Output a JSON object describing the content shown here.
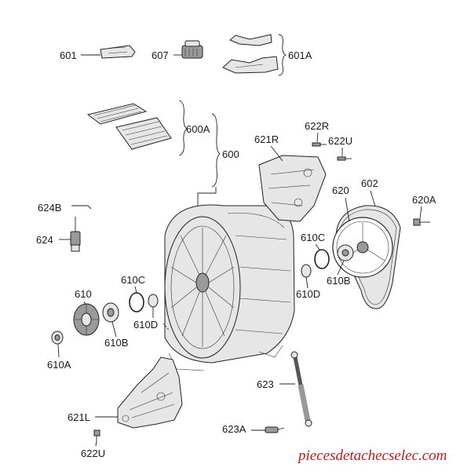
{
  "diagram": {
    "labels": {
      "l601": "601",
      "l607": "607",
      "l601A": "601A",
      "l600A": "600A",
      "l600": "600",
      "l622R": "622R",
      "l621R": "621R",
      "l622U_top": "622U",
      "l620": "620",
      "l602": "602",
      "l620A": "620A",
      "l624B": "624B",
      "l624": "624",
      "l610C_right": "610C",
      "l610B_right": "610B",
      "l610D_right": "610D",
      "l610C_left": "610C",
      "l610": "610",
      "l610D_left": "610D",
      "l610B_left": "610B",
      "l610A": "610A",
      "l623": "623",
      "l621L": "621L",
      "l623A": "623A",
      "l622U_bottom": "622U"
    },
    "watermark": "piecesdetachecselec.com",
    "colors": {
      "line": "#222222",
      "part_fill": "#e6e6e6",
      "watermark": "#c21a1a"
    }
  }
}
